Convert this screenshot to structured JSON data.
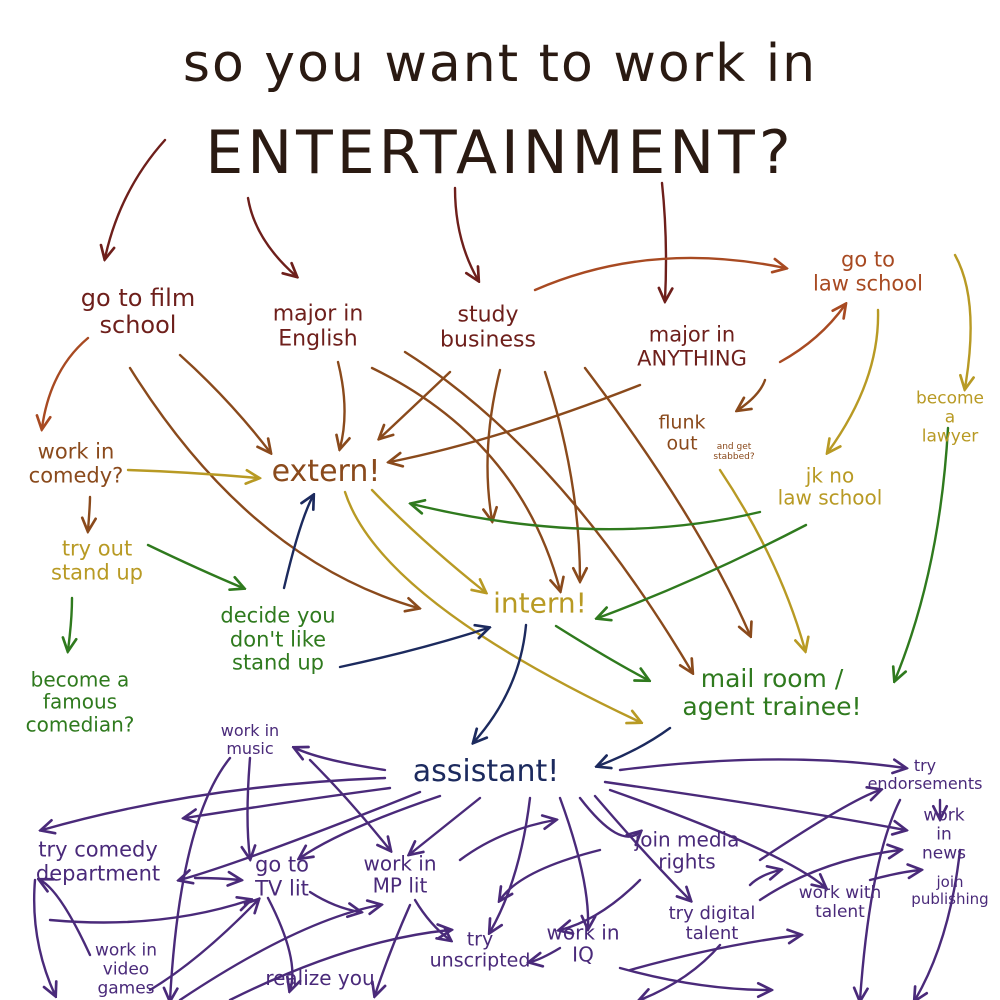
{
  "title": {
    "line1": "so you want to work in",
    "line2": "ENTERTAINMENT?"
  },
  "colors": {
    "title": "#2a1a12",
    "maroon": "#6e1f1b",
    "rust": "#a84a22",
    "brown": "#8a4a1c",
    "gold": "#b89a24",
    "green": "#2f7a1e",
    "navy": "#1c2a5e",
    "purple": "#4a2a7a"
  },
  "nodes": {
    "film_school": "go to film\nschool",
    "major_english": "major in\nEnglish",
    "study_business": "study\nbusiness",
    "major_anything": "major in\nANYTHING",
    "law_school": "go to\nlaw school",
    "become_lawyer": "become a\nlawyer",
    "work_comedy": "work in\ncomedy?",
    "extern": "extern!",
    "flunk_out": "flunk\nout",
    "get_stabbed": "and get\nstabbed?",
    "jk_law": "jk no\nlaw school",
    "try_standup": "try out\nstand up",
    "decide_standup": "decide you\ndon't like\nstand up",
    "intern": "intern!",
    "famous_comedian": "become a\nfamous\ncomedian?",
    "mailroom": "mail room /\nagent trainee!",
    "assistant": "assistant!",
    "work_music": "work in\nmusic",
    "try_endorsements": "try\nendorsements",
    "comedy_dept": "try comedy\ndepartment",
    "tv_lit": "go to\nTV lit",
    "mp_lit": "work in\nMP lit",
    "media_rights": "join media\nrights",
    "work_news": "work in\nnews",
    "work_talent": "work with\ntalent",
    "join_publishing": "join\npublishing",
    "digital_talent": "try digital\ntalent",
    "work_iq": "work in\nIQ",
    "unscripted": "try\nunscripted",
    "video_games": "work in\nvideo\ngames",
    "realize_you": "realize you"
  }
}
